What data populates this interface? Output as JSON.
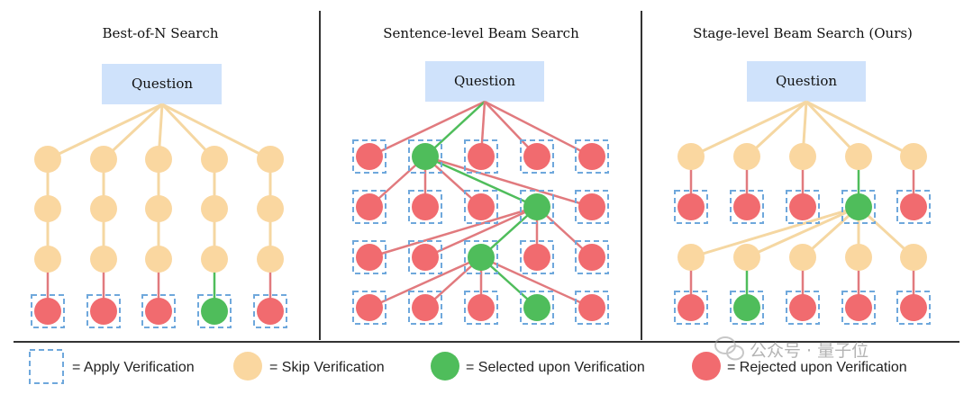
{
  "panels": [
    {
      "title": "Best-of-N Search",
      "question": "Question"
    },
    {
      "title": "Sentence-level Beam Search",
      "question": "Question"
    },
    {
      "title": "Stage-level Beam Search (Ours)",
      "question": "Question"
    }
  ],
  "legend": {
    "apply": "= Apply Verification",
    "skip": "= Skip Verification",
    "selected": "= Selected upon Verification",
    "rejected": "= Rejected upon Verification"
  },
  "watermark": "公众号 · 量子位",
  "colors": {
    "skip": "#fad7a0",
    "selected": "#4fbd5b",
    "rejected": "#f16b6f",
    "question_box": "#cfe2fb",
    "verify_box": "#6fa8dc",
    "edge_skip": "#f5d7a2",
    "edge_rejected": "#e17a7e",
    "edge_selected": "#4fbd5b",
    "divider": "#333333"
  }
}
